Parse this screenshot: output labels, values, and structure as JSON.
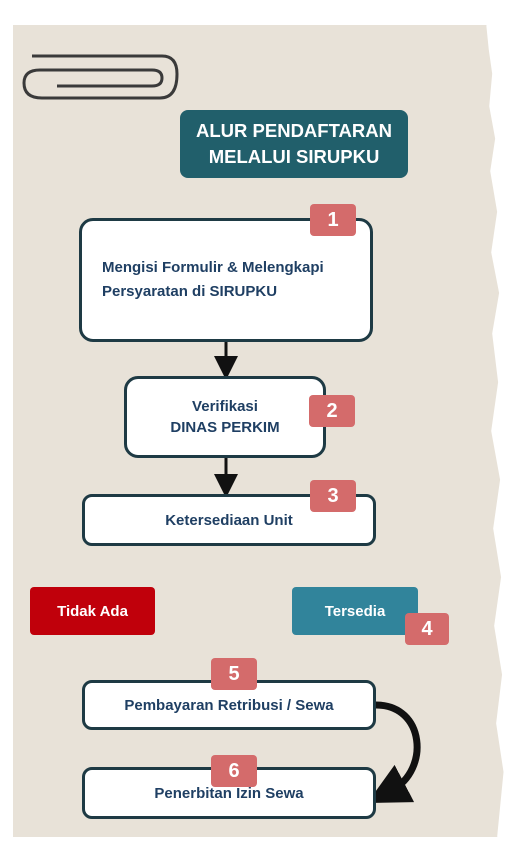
{
  "title": {
    "line1": "ALUR PENDAFTARAN",
    "line2": "MELALUI  SIRUPKU"
  },
  "steps": [
    {
      "number": "1",
      "line1": "Mengisi Formulir & Melengkapi",
      "line2": "Persyaratan di SIRUPKU"
    },
    {
      "number": "2",
      "line1": "Verifikasi",
      "line2": "DINAS PERKIM"
    },
    {
      "number": "3",
      "label": "Ketersediaan Unit"
    },
    {
      "number": "4",
      "label": "Tersedia"
    },
    {
      "number": "5",
      "label": "Pembayaran Retribusi / Sewa"
    },
    {
      "number": "6",
      "label": "Penerbitan Izin Sewa"
    }
  ],
  "branch_no": "Tidak Ada",
  "colors": {
    "title_bg": "#215f6b",
    "number_badge": "#d46b6b",
    "tidak_ada_bg": "#c0000b",
    "tersedia_bg": "#31849b",
    "box_border": "#1e3a44",
    "text_blue": "#1f3f63",
    "paper": "#e8e2d8"
  },
  "icons": [
    "paperclip-icon"
  ]
}
